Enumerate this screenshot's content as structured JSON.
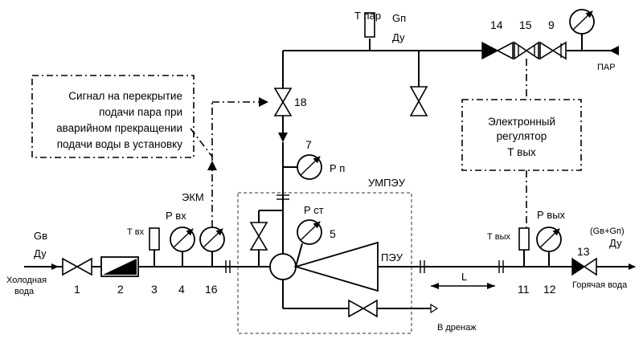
{
  "notes": {
    "signal_lines": [
      "Сигнал на перекрытие",
      "подачи пара при",
      "аварийном прекращении",
      "подачи воды в установку"
    ],
    "regulator_lines": [
      "Электронный",
      "регулятор",
      "Т вых"
    ]
  },
  "labels": {
    "t_par": "Т пар",
    "g_p": "Gп",
    "du_top": "Ду",
    "par": "ПАР",
    "g_v": "Gв",
    "du_left": "Ду",
    "cold_water_1": "Холодная",
    "cold_water_2": "вода",
    "t_vx": "Т вх",
    "p_vx": "Р вх",
    "ekm": "ЭКМ",
    "p_p": "Р п",
    "umpeu": "УМПЭУ",
    "p_st": "Р ст",
    "peu": "ПЭУ",
    "drain": "В дренаж",
    "l": "L",
    "t_vyx": "Т вых",
    "p_vyx": "Р вых",
    "g_sum": "(Gв+Gп)",
    "du_right": "Ду",
    "hot_water": "Горячая вода"
  },
  "numbers": {
    "n1": "1",
    "n2": "2",
    "n3": "3",
    "n4": "4",
    "n5": "5",
    "n7": "7",
    "n9": "9",
    "n11": "11",
    "n12": "12",
    "n13": "13",
    "n14": "14",
    "n15": "15",
    "n16": "16",
    "n18": "18"
  }
}
